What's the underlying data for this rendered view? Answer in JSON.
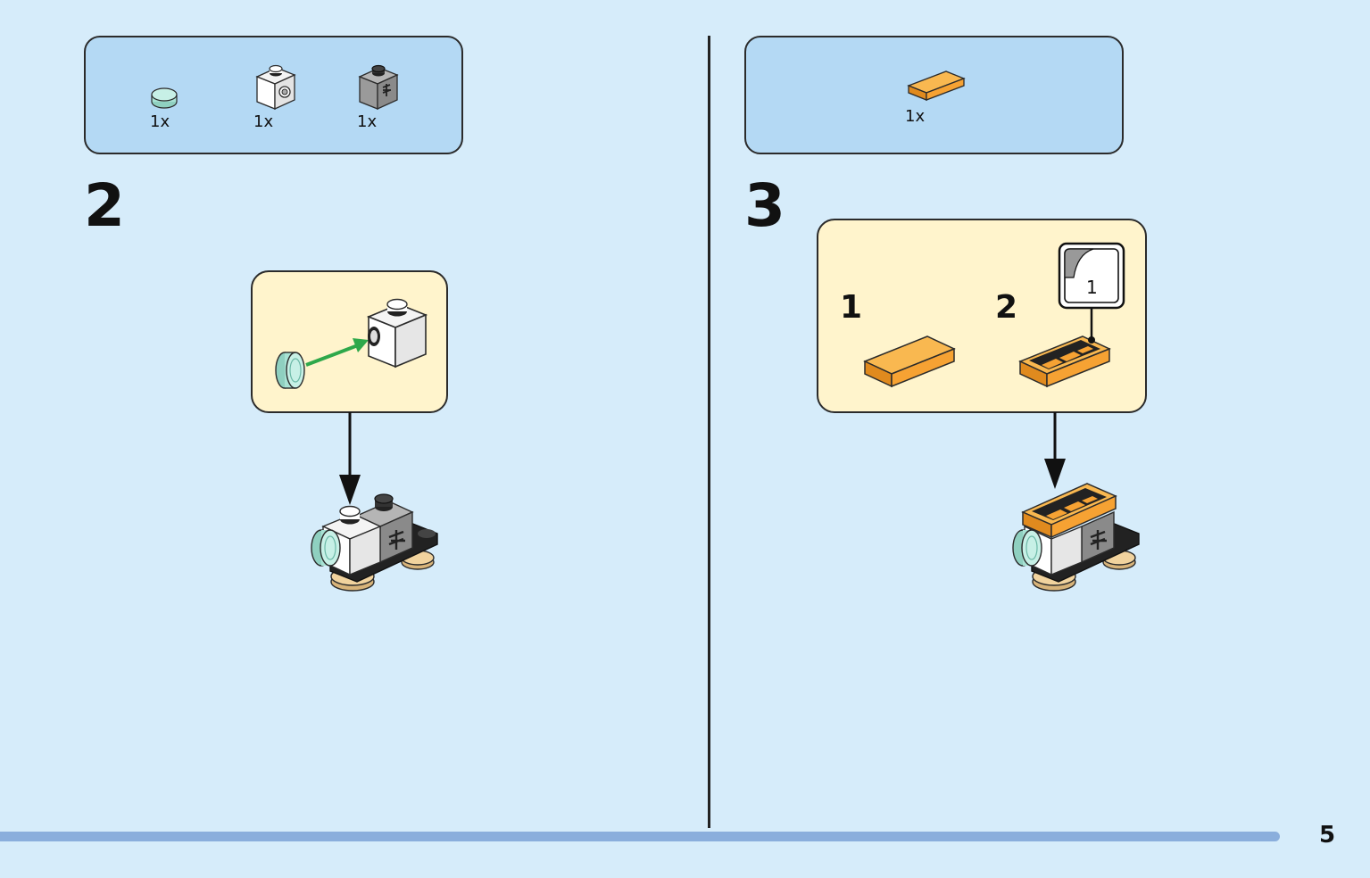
{
  "left_step": {
    "number": "2",
    "parts": [
      {
        "name": "transparent-round-plate",
        "qty": "1x",
        "color": "#a8e2d4"
      },
      {
        "name": "white-brick-with-stud",
        "qty": "1x",
        "color": "#ffffff"
      },
      {
        "name": "grey-brick-with-clip",
        "qty": "1x",
        "color": "#9a9a9a"
      }
    ]
  },
  "right_step": {
    "number": "3",
    "parts": [
      {
        "name": "orange-tile",
        "qty": "1x",
        "color": "#f6a233"
      }
    ],
    "substeps": [
      "1",
      "2"
    ],
    "sticker_label": "1"
  },
  "page_number": "5",
  "colors": {
    "background": "#d6ecfa",
    "parts_box": "#b4d9f4",
    "callout": "#fff4cc",
    "arrow_green": "#2ea84a",
    "orange": "#f6a233",
    "footer_bar": "#8aaedc"
  }
}
